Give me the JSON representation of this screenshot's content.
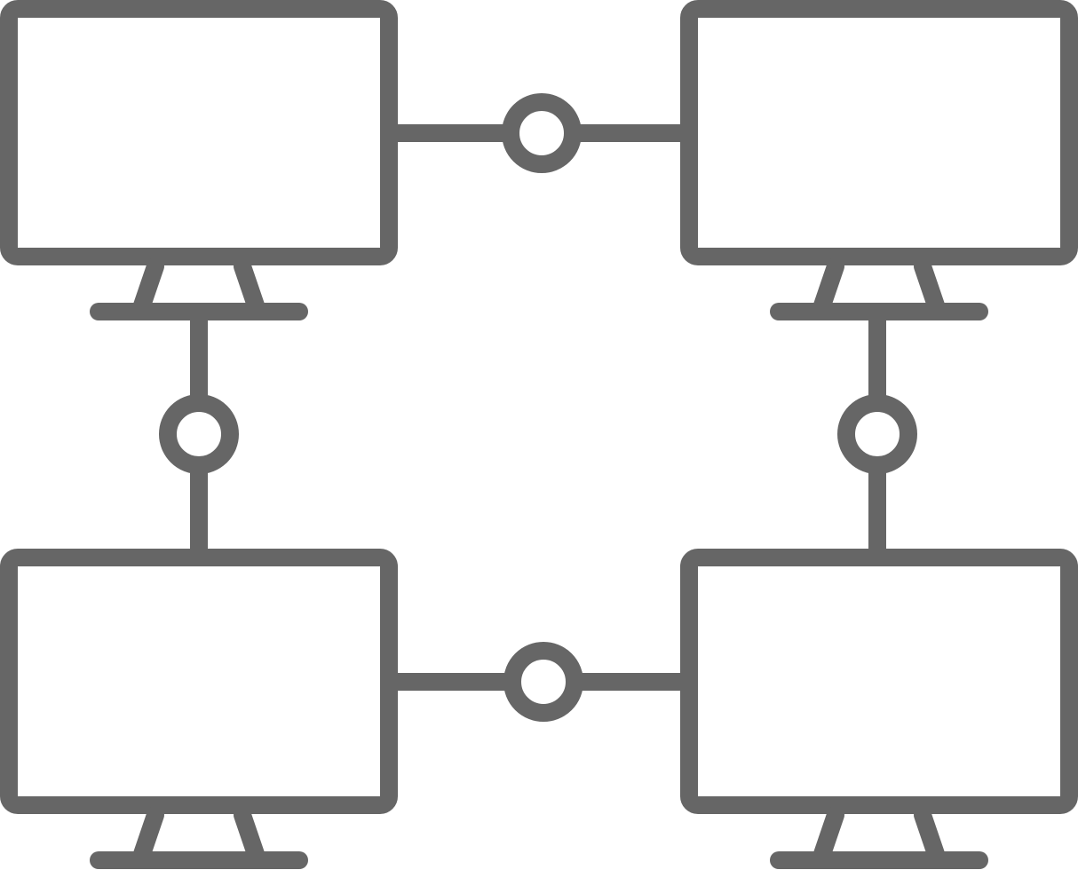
{
  "diagram": {
    "icon": "computer-network-icon",
    "stroke_color": "#666666",
    "background_color": "#ffffff",
    "nodes": [
      {
        "id": "monitor-top-left",
        "icon": "monitor-icon"
      },
      {
        "id": "monitor-top-right",
        "icon": "monitor-icon"
      },
      {
        "id": "monitor-bottom-left",
        "icon": "monitor-icon"
      },
      {
        "id": "monitor-bottom-right",
        "icon": "monitor-icon"
      }
    ],
    "links": [
      {
        "from": "monitor-top-left",
        "to": "monitor-top-right",
        "connector": "node-circle-icon"
      },
      {
        "from": "monitor-bottom-left",
        "to": "monitor-bottom-right",
        "connector": "node-circle-icon"
      },
      {
        "from": "monitor-top-left",
        "to": "monitor-bottom-left",
        "connector": "node-circle-icon"
      },
      {
        "from": "monitor-top-right",
        "to": "monitor-bottom-right",
        "connector": "node-circle-icon"
      }
    ]
  }
}
